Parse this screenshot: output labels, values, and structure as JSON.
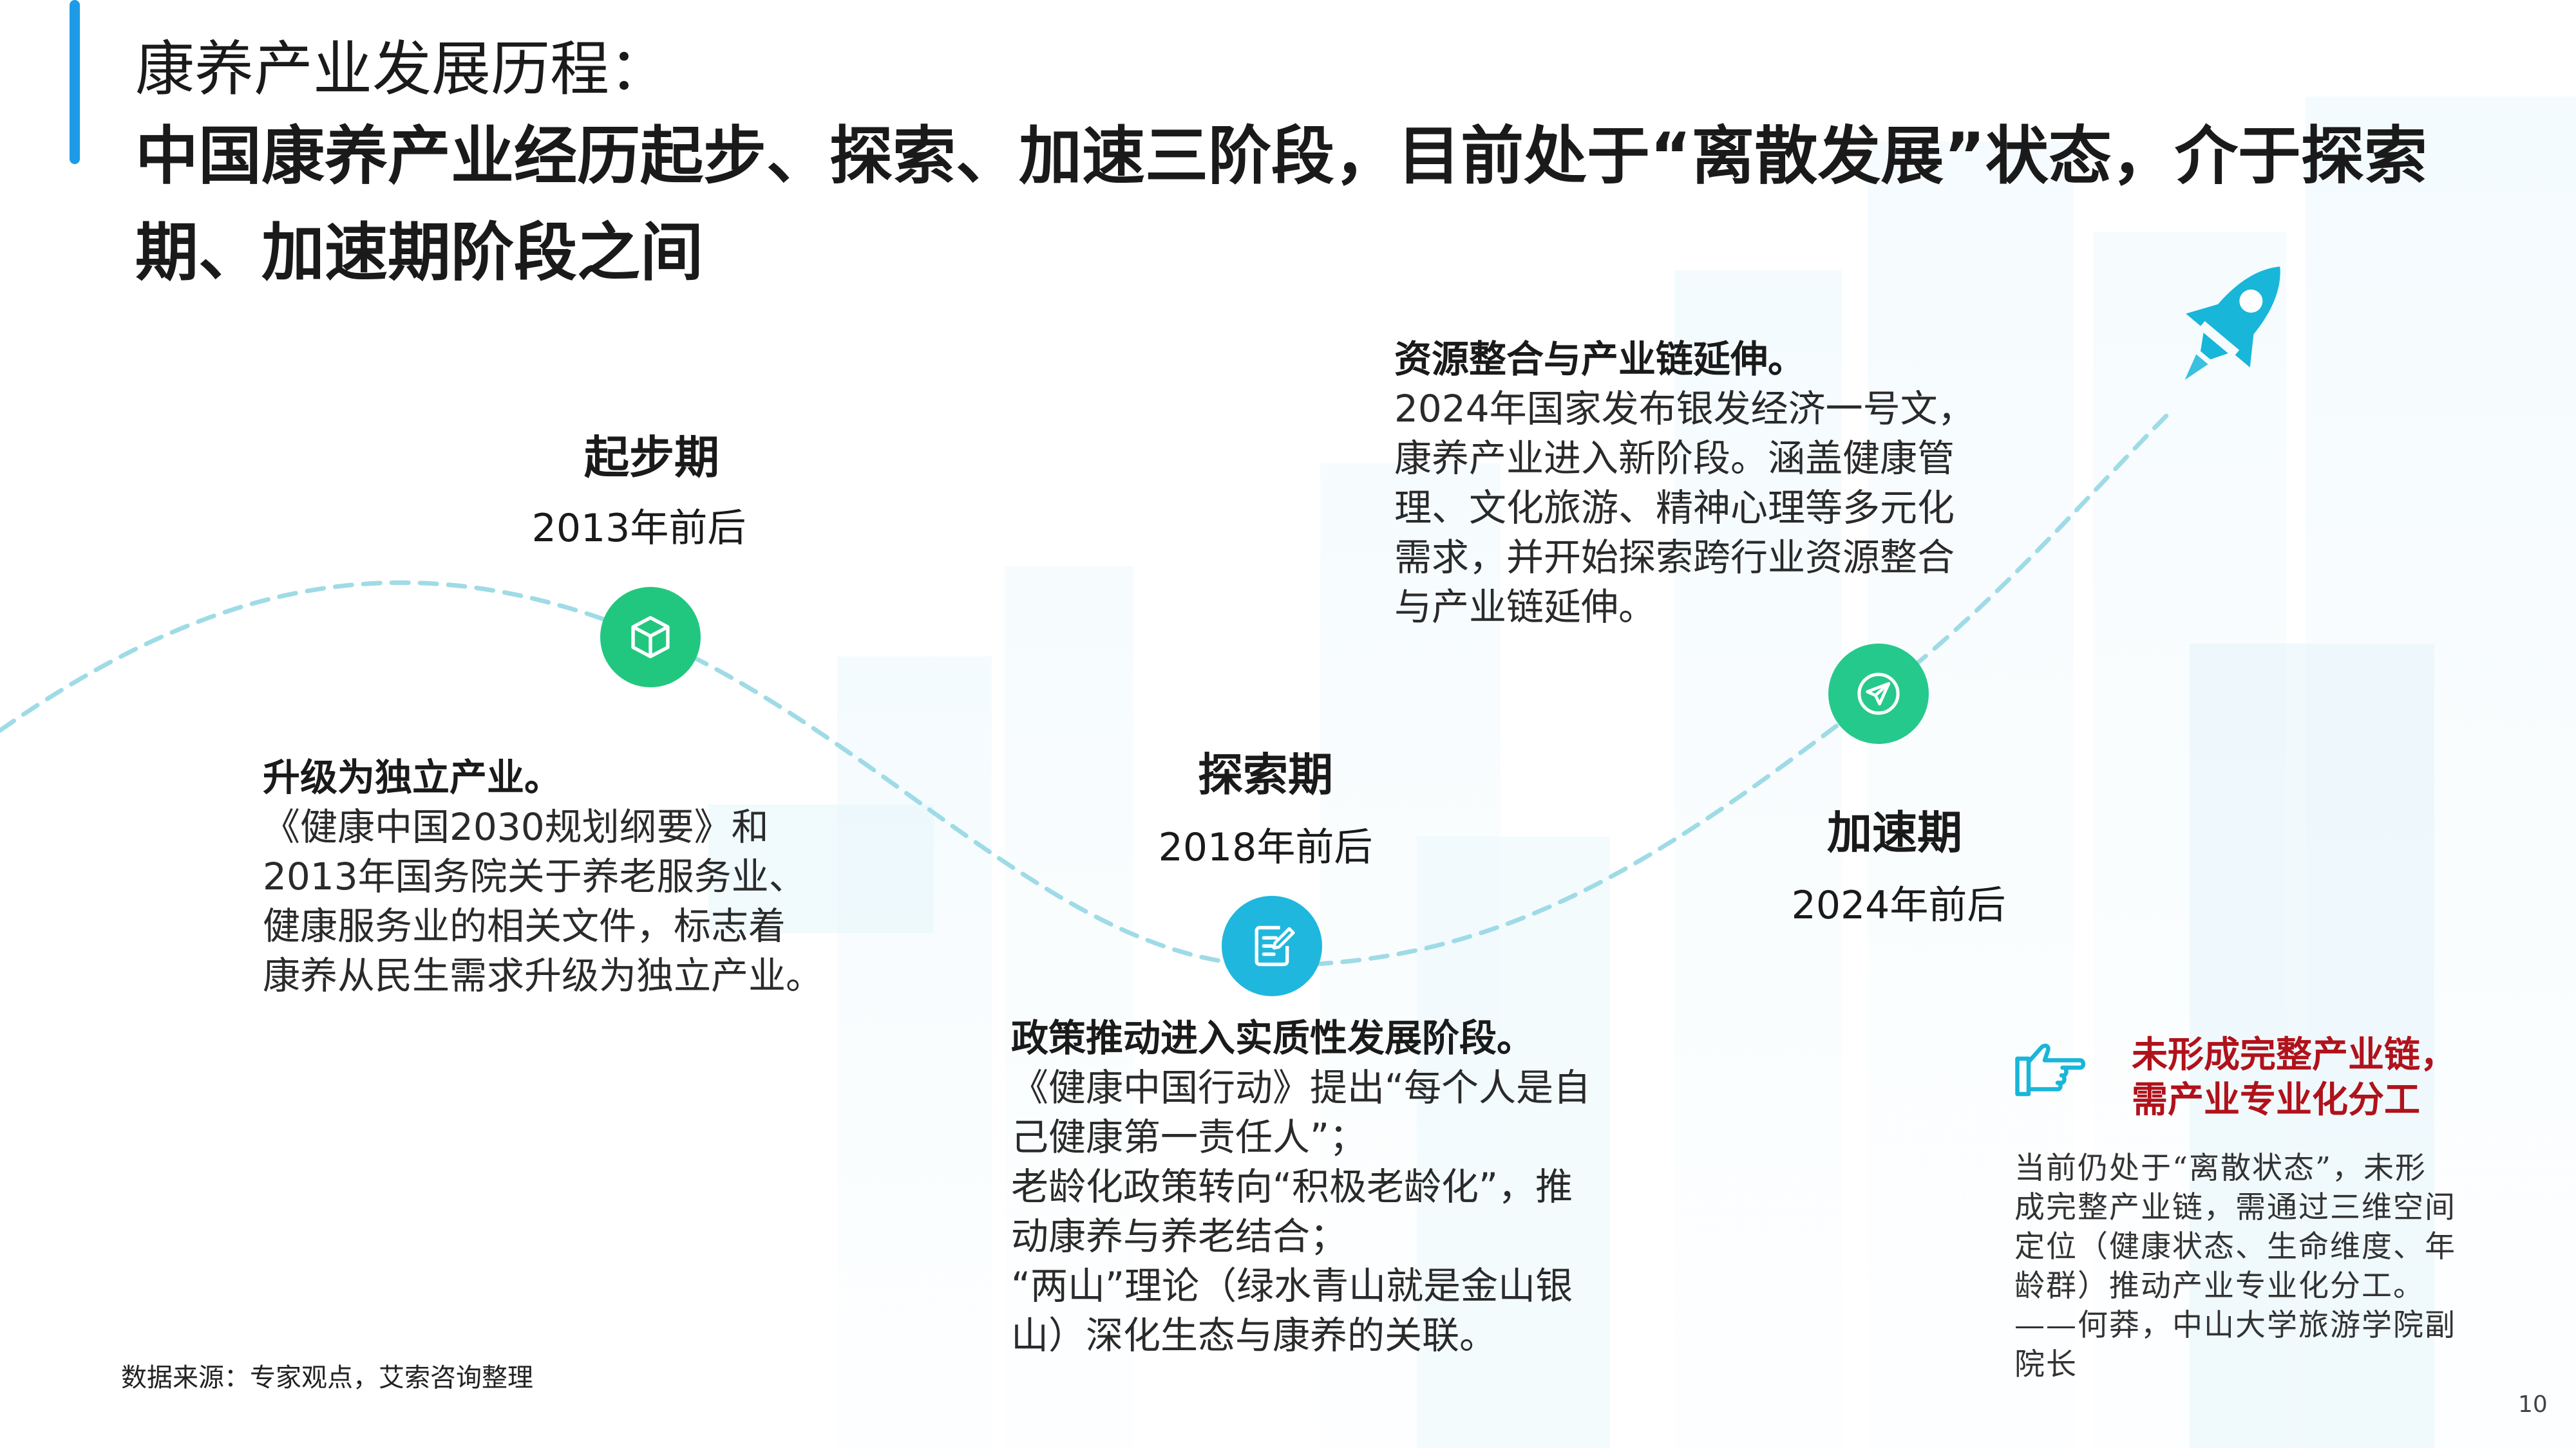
{
  "header": {
    "title_line1": "康养产业发展历程：",
    "title_line2": "中国康养产业经历起步、探索、加速三阶段，目前处于“离散发展”状态，介于探索期、加速期阶段之间"
  },
  "stages": [
    {
      "name": "起步期",
      "date": "2013年前后",
      "icon": "cube-icon",
      "color": "#22c77f",
      "desc_head": "升级为独立产业。",
      "desc_lines": [
        "《健康中国2030规划纲要》和",
        "2013年国务院关于养老服务业、",
        "健康服务业的相关文件，标志着",
        "康养从民生需求升级为独立产业。"
      ]
    },
    {
      "name": "探索期",
      "date": "2018年前后",
      "icon": "document-edit-icon",
      "color": "#20b7de",
      "desc_head": "政策推动进入实质性发展阶段。",
      "desc_lines": [
        "《健康中国行动》提出“每个人是自",
        "己健康第一责任人”；",
        "老龄化政策转向“积极老龄化”，推",
        "动康养与养老结合；",
        "“两山”理论（绿水青山就是金山银",
        "山）深化生态与康养的关联。"
      ]
    },
    {
      "name": "加速期",
      "date": "2024年前后",
      "icon": "paper-plane-icon",
      "color": "#25c98c",
      "desc_head": "资源整合与产业链延伸。",
      "desc_lines": [
        "2024年国家发布银发经济一号文，",
        "康养产业进入新阶段。涵盖健康管",
        "理、文化旅游、精神心理等多元化",
        "需求，并开始探索跨行业资源整合",
        "与产业链延伸。"
      ]
    }
  ],
  "note": {
    "icon": "pointing-hand-icon",
    "head_lines": [
      "未形成完整产业链，",
      "需产业专业化分工"
    ],
    "body_lines": [
      "当前仍处于“离散状态”，未形",
      "成完整产业链，需通过三维空间",
      "定位（健康状态、生命维度、年",
      "龄群）推动产业专业化分工。",
      "——何莽，中山大学旅游学院副",
      "院长"
    ]
  },
  "footer": {
    "source": "数据来源：专家观点，艾索咨询整理",
    "page_number": "10"
  },
  "colors": {
    "accent": "#1e9be6",
    "path": "#9fdbe6",
    "rocket": "#18b6d8",
    "note_red": "#b0121b"
  }
}
